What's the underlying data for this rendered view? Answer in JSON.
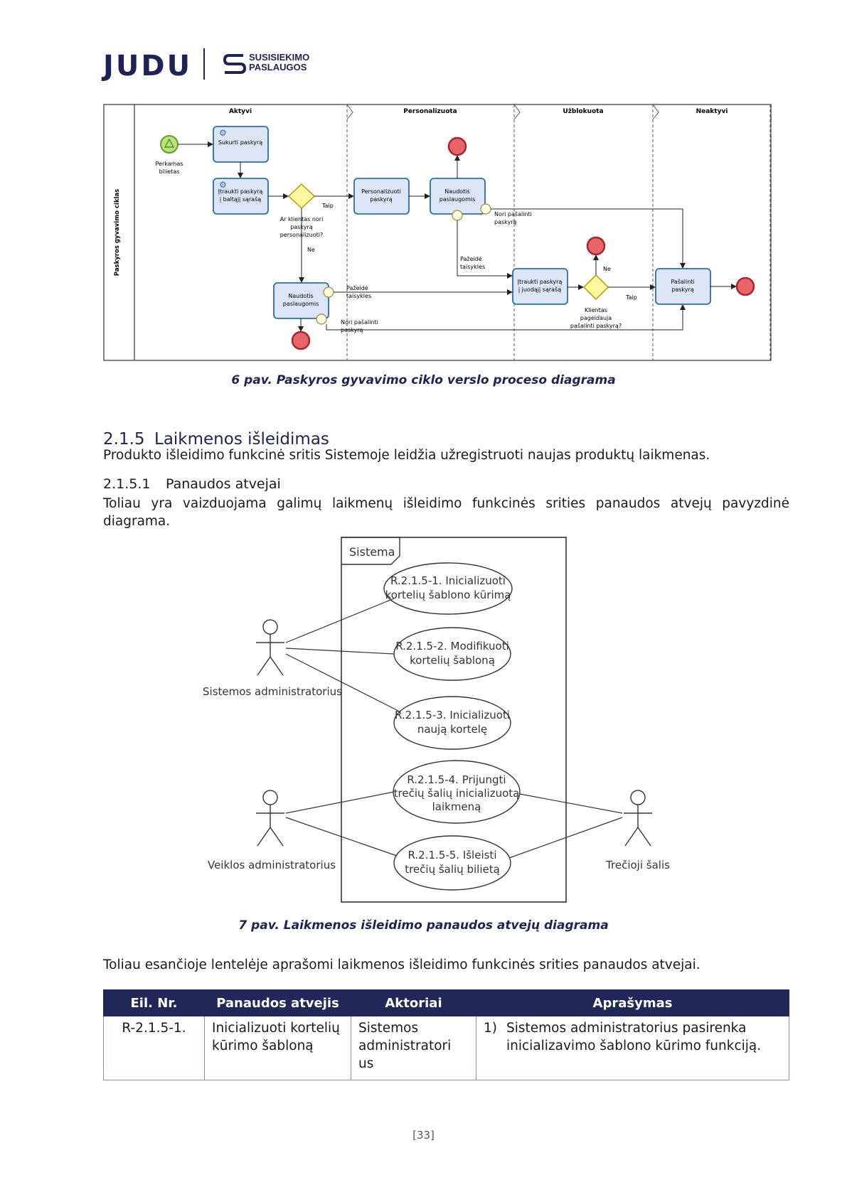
{
  "header": {
    "logo_judu": "JUDU",
    "logo_sp_line1": "SUSISIEKIMO",
    "logo_sp_line2": "PASLAUGOS"
  },
  "bpmn": {
    "pool_label": "Paskyros gyvavimo ciklas",
    "lanes": [
      "Aktyvi",
      "Personalizuota",
      "Užblokuota",
      "Neaktyvi"
    ],
    "start_label_1": "Perkamas",
    "start_label_2": "bilietas",
    "task_create": "Sukurti paskyrą",
    "task_whitelist_1": "Įtraukti paskyrą",
    "task_whitelist_2": "į baltąjį sąrašą",
    "gw1_q_1": "Ar klientas nori",
    "gw1_q_2": "paskyrą",
    "gw1_q_3": "personalizuoti?",
    "gw1_yes": "Taip",
    "gw1_no": "Ne",
    "task_personalize_1": "Personalizuoti",
    "task_personalize_2": "paskyrą",
    "task_use_1": "Naudotis",
    "task_use_2": "paslaugomis",
    "want_delete_1": "Nori pašalinti",
    "want_delete_2": "paskyrą",
    "violated_1": "Pažeidė",
    "violated_2": "taisykles",
    "task_blacklist_1": "Įtraukti paskyrą",
    "task_blacklist_2": "į juodąjį sąrašą",
    "gw2_q_1": "Klientas",
    "gw2_q_2": "pageidauja",
    "gw2_q_3": "pašalinti paskyrą?",
    "gw2_yes": "Taip",
    "gw2_no": "Ne",
    "task_delete_1": "Pašalinti",
    "task_delete_2": "paskyrą"
  },
  "figure6_caption": "6 pav. Paskyros gyvavimo ciklo verslo proceso diagrama",
  "section": {
    "number": "2.1.5",
    "title": "Laikmenos išleidimas",
    "intro": "Produkto išleidimo funkcinė sritis Sistemoje leidžia užregistruoti naujas produktų laikmenas.",
    "sub_number": "2.1.5.1",
    "sub_title": "Panaudos atvejai",
    "sub_intro": "Toliau yra vaizduojama galimų laikmenų išleidimo funkcinės srities panaudos atvejų pavyzdinė diagrama."
  },
  "usecase_diagram": {
    "system_label": "Sistema",
    "uc1_1": "R.2.1.5-1. Inicializuoti",
    "uc1_2": "kortelių šablono kūrimą",
    "uc2_1": "R.2.1.5-2. Modifikuoti",
    "uc2_2": "kortelių šabloną",
    "uc3_1": "R.2.1.5-3. Inicializuoti",
    "uc3_2": "naują kortelę",
    "uc4_1": "R.2.1.5-4. Prijungti",
    "uc4_2": "trečių šalių inicializuotą",
    "uc4_3": "laikmeną",
    "uc5_1": "R.2.1.5-5. Išleisti",
    "uc5_2": "trečių šalių bilietą",
    "actor_sysadmin": "Sistemos administratorius",
    "actor_opadmin": "Veiklos administratorius",
    "actor_third": "Trečioji šalis"
  },
  "figure7_caption": "7 pav. Laikmenos išleidimo panaudos atvejų diagrama",
  "table_intro": "Toliau esančioje lentelėje aprašomi laikmenos išleidimo funkcinės srities panaudos atvejai.",
  "table": {
    "headers": [
      "Eil. Nr.",
      "Panaudos atvejis",
      "Aktoriai",
      "Aprašymas"
    ],
    "row1": {
      "id": "R-2.1.5-1.",
      "usecase": "Inicializuoti kortelių kūrimo šabloną",
      "actors": "Sistemos administratori us",
      "step_num": "1)",
      "step_text": "Sistemos administratorius pasirenka inicializavimo šablono kūrimo funkciją."
    }
  },
  "page_number": "[33]"
}
